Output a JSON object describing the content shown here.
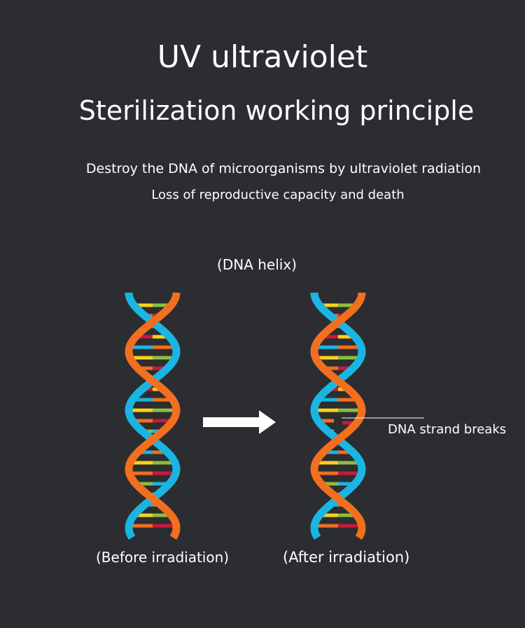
{
  "header": {
    "title": "UV ultraviolet",
    "subtitle": "Sterilization working principle"
  },
  "description": {
    "line1": "Destroy the DNA of microorganisms by ultraviolet radiation",
    "line2": "Loss of reproductive capacity and death"
  },
  "diagram": {
    "helix_label": "(DNA helix)",
    "before_label": "(Before irradiation)",
    "after_label": "(After irradiation)",
    "break_label": "DNA strand breaks",
    "colors": {
      "background": "#2c2d31",
      "strand_orange": "#f26f1f",
      "strand_blue": "#1ab5e2",
      "base_pairs": [
        "#f9d21d",
        "#f26f1f",
        "#8dbf3f",
        "#c7193a",
        "#1ab5e2"
      ],
      "arrow": "#ffffff"
    }
  }
}
